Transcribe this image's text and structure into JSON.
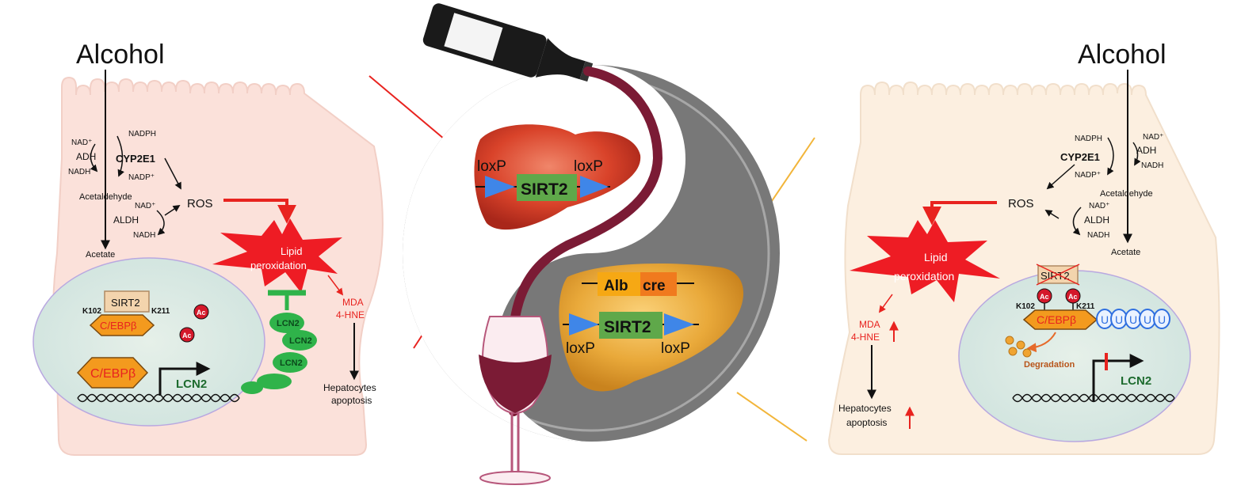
{
  "left_panel": {
    "title": "Alcohol",
    "nad_plus": "NAD⁺",
    "nadph": "NADPH",
    "adh": "ADH",
    "cyp2e1": "CYP2E1",
    "nadh": "NADH",
    "nadp_plus": "NADP⁺",
    "acetaldehyde": "Acetaldehyde",
    "ros": "ROS",
    "nad_plus_2": "NAD⁺",
    "aldh": "ALDH",
    "nadh_2": "NADH",
    "acetate": "Acetate",
    "lipid_line1": "Lipid",
    "lipid_line2": "peroxidation",
    "mda": "MDA",
    "hne": "4-HNE",
    "apoptosis_line1": "Hepatocytes",
    "apoptosis_line2": "apoptosis",
    "sirt2": "SIRT2",
    "k102": "K102",
    "k211": "K211",
    "cebpb": "C/EBPβ",
    "cebpb_2": "C/EBPβ",
    "ac": "Ac",
    "lcn2_gene": "LCN2",
    "lcn2_protein": [
      "LCN2",
      "LCN2",
      "LCN2"
    ]
  },
  "center_panel": {
    "top_liver": {
      "loxp_left": "loxP",
      "loxp_right": "loxP",
      "gene": "SIRT2"
    },
    "bottom_liver": {
      "promoter": "Alb",
      "recombinase": "cre",
      "gene": "SIRT2",
      "loxp_left": "loxP",
      "loxp_right": "loxP"
    }
  },
  "right_panel": {
    "title": "Alcohol",
    "nadph": "NADPH",
    "nad_plus": "NAD⁺",
    "adh": "ADH",
    "cyp2e1": "CYP2E1",
    "nadh": "NADH",
    "nadp_plus": "NADP⁺",
    "ros": "ROS",
    "acetaldehyde": "Acetaldehyde",
    "nad_plus_2": "NAD⁺",
    "aldh": "ALDH",
    "nadh_2": "NADH",
    "acetate": "Acetate",
    "lipid_line1": "Lipid",
    "lipid_line2": "peroxidation",
    "mda": "MDA",
    "hne": "4-HNE",
    "apoptosis_line1": "Hepatocytes",
    "apoptosis_line2": "apoptosis",
    "sirt2": "SIRT2",
    "k102": "K102",
    "k211": "K211",
    "cebpb": "C/EBPβ",
    "ac": "Ac",
    "ub": "U",
    "degradation": "Degradation",
    "lcn2_gene": "LCN2"
  },
  "colors": {
    "left_cell": "#fbe1da",
    "right_cell": "#fcefe0",
    "nucleus": "#dcebe6",
    "nucleus_border": "#b9a8e0",
    "red": "#e8231f",
    "lcn2_green": "#2fb34a",
    "dark_green": "#1d6b2e",
    "cebpb_orange": "#f39a1e",
    "wine": "#7b1b35",
    "yinyang_gray": "#787878",
    "loxp_blue": "#3f86e8",
    "sirt2_green": "#5fa84a",
    "alb_orange": "#f6a814",
    "ub_blue": "#2f6fe0",
    "gold_line": "#f2b53a"
  }
}
